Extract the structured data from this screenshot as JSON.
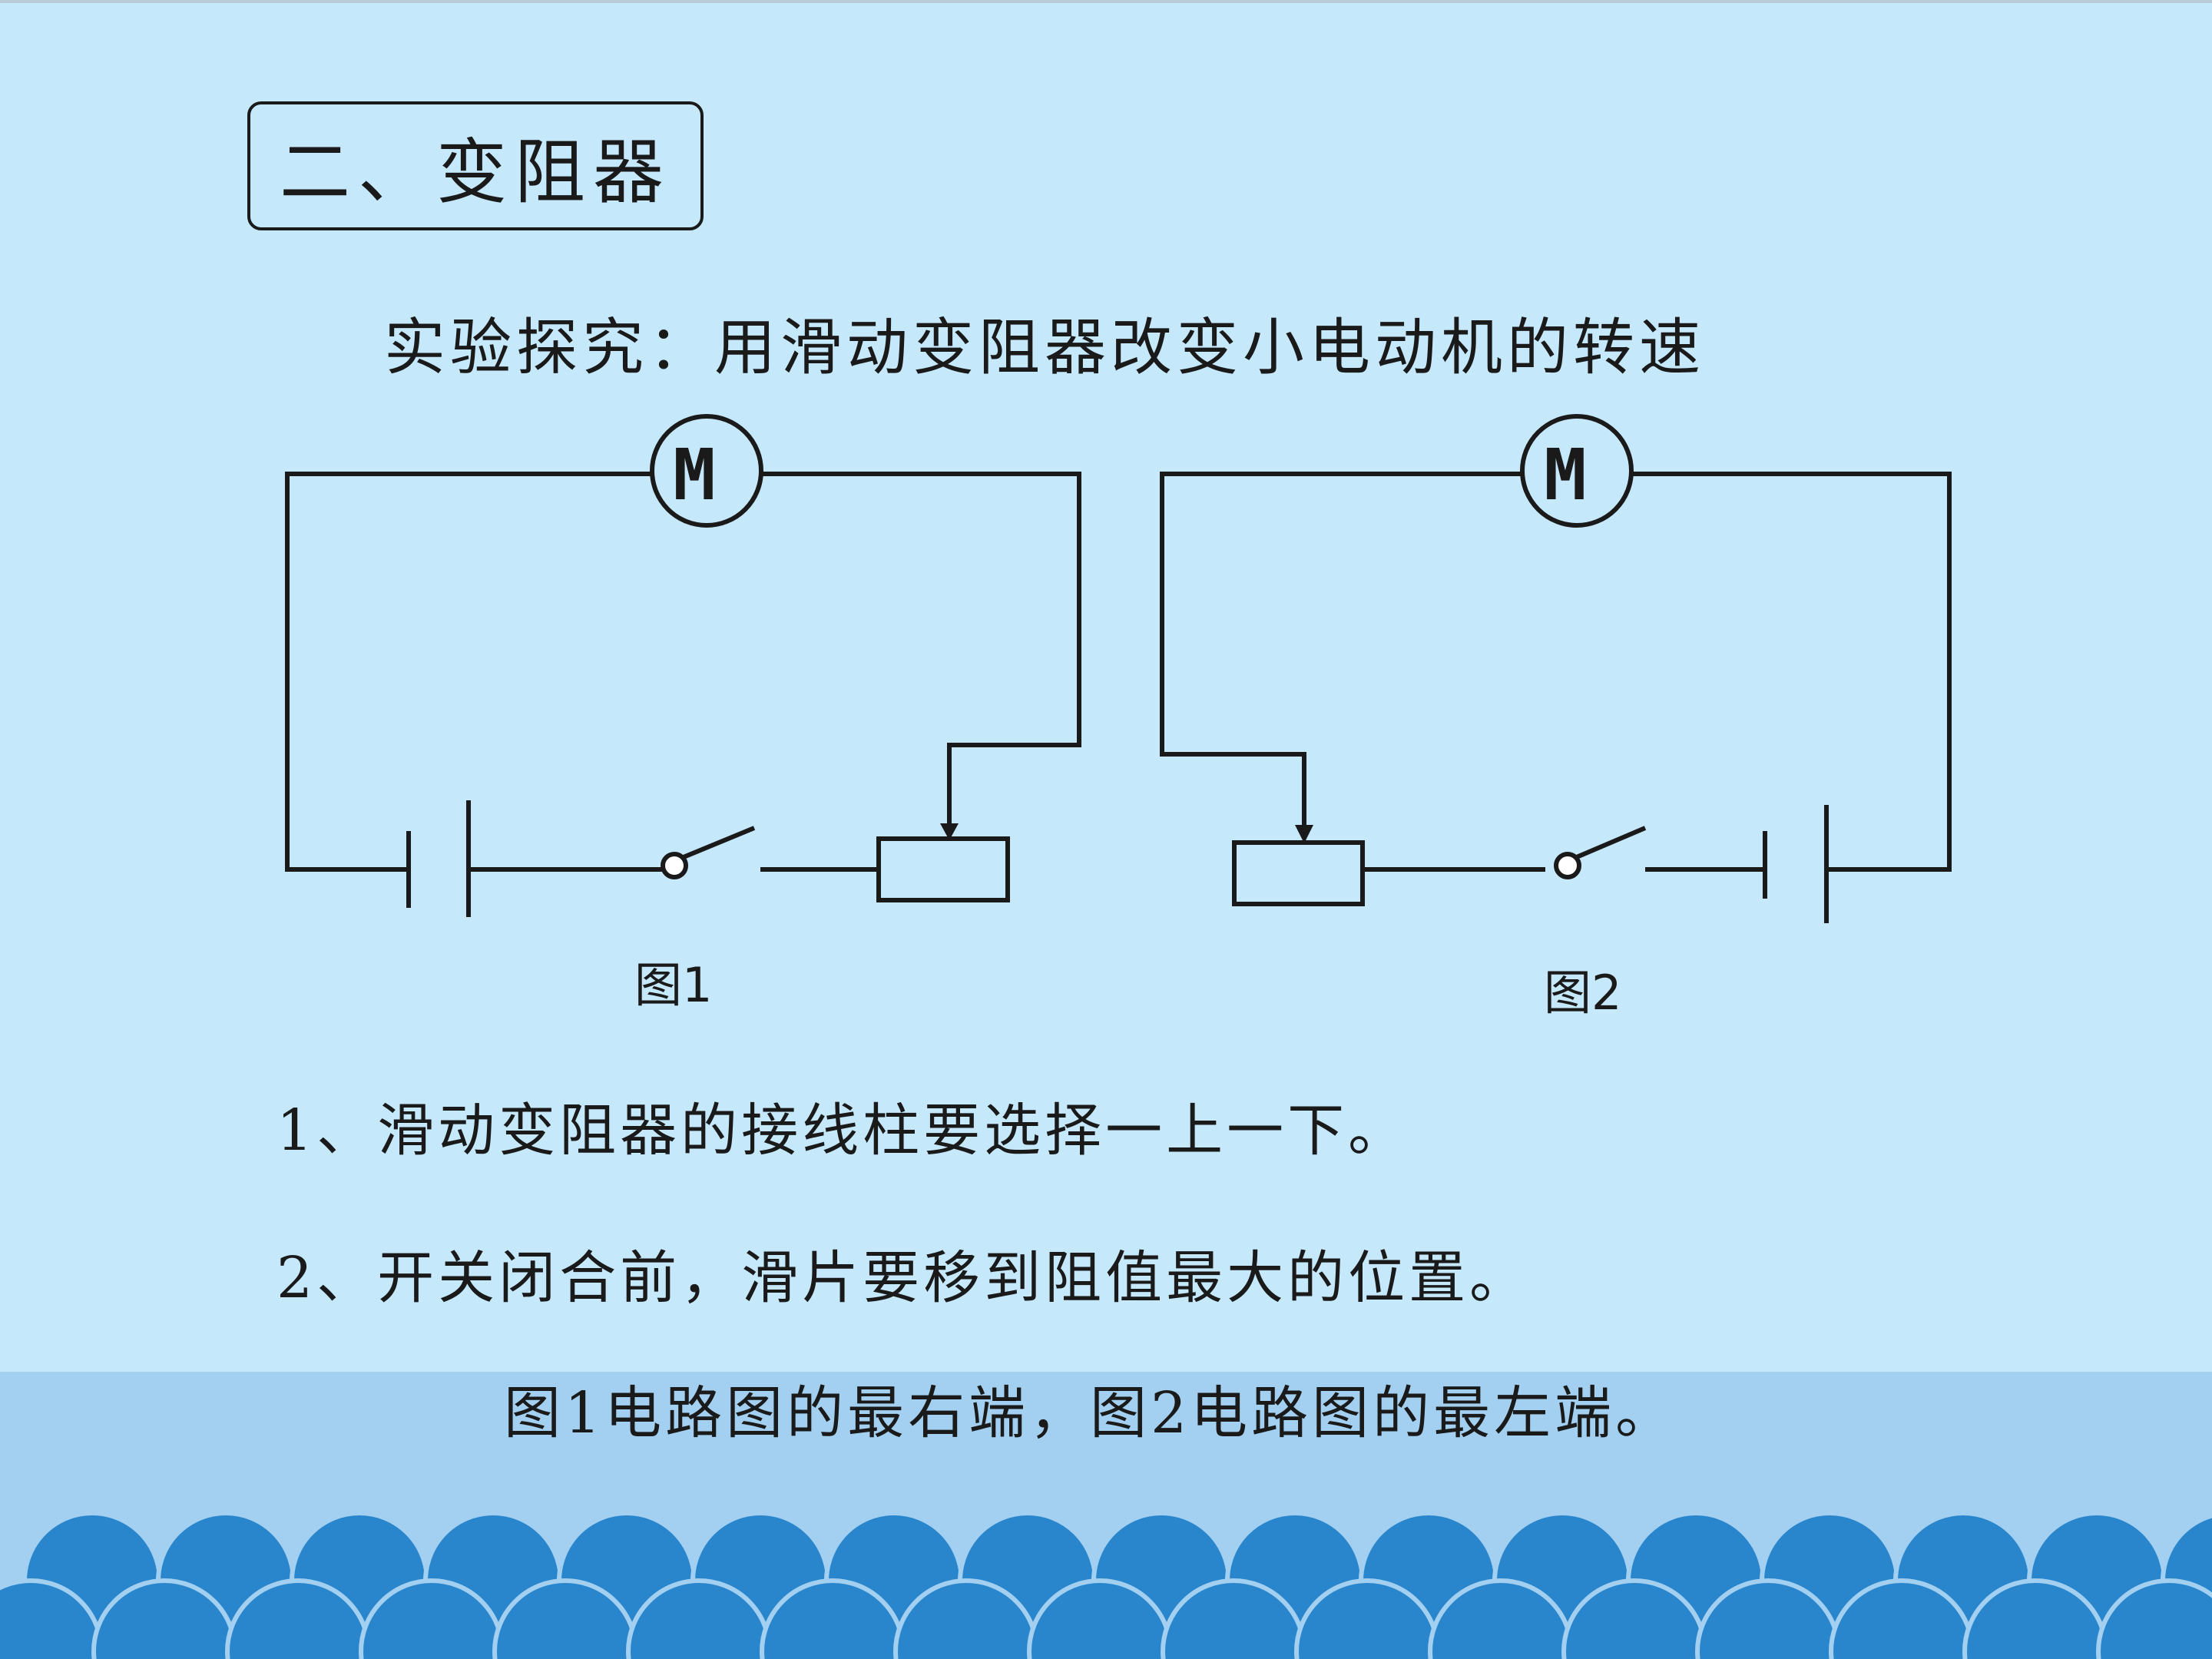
{
  "slide": {
    "heading": "二、变阻器",
    "subtitle": "实验探究：用滑动变阻器改变小电动机的转速",
    "notes": [
      "1、滑动变阻器的接线柱要选择一上一下。",
      "2、开关闭合前，滑片要移到阻值最大的位置。",
      "图1电路图的最右端，图2电路图的最左端。"
    ]
  },
  "diagram": {
    "motor_label": "M",
    "figures": [
      {
        "caption": "图1"
      },
      {
        "caption": "图2"
      }
    ]
  },
  "colors": {
    "background": "#c6e8fb",
    "bottom_band": "#a3d0f0",
    "wave": "#2a86cc",
    "ink": "#1a1a1a"
  }
}
